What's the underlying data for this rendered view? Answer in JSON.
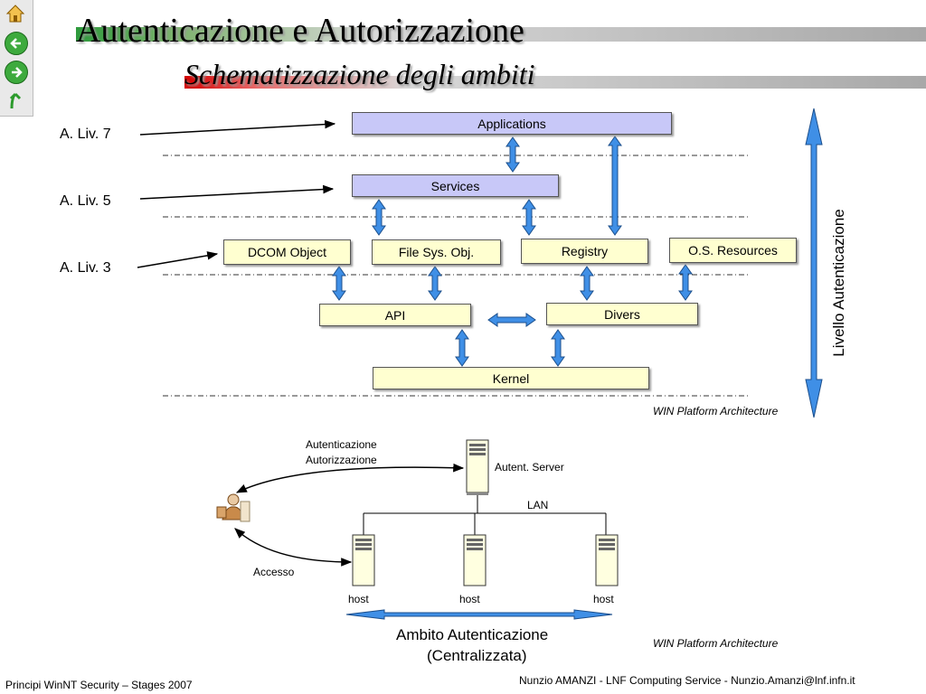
{
  "header": {
    "title": "Autenticazione e Autorizzazione",
    "subtitle": "Schematizzazione degli ambiti"
  },
  "nav": [
    {
      "name": "home-icon"
    },
    {
      "name": "back-arrow-icon"
    },
    {
      "name": "forward-arrow-icon"
    },
    {
      "name": "up-arrow-icon"
    }
  ],
  "diagram": {
    "levels": [
      "A. Liv. 7",
      "A. Liv. 5",
      "A. Liv. 3"
    ],
    "boxes": {
      "applications": "Applications",
      "services": "Services",
      "dcom": "DCOM Object",
      "filesys": "File Sys. Obj.",
      "registry": "Registry",
      "osres": "O.S. Resources",
      "api": "API",
      "divers": "Divers",
      "kernel": "Kernel"
    },
    "side_label": "Livello Autenticazione",
    "caption": "WIN Platform Architecture"
  },
  "network": {
    "auth_label_1": "Autenticazione",
    "auth_label_2": "Autorizzazione",
    "server_label": "Autent. Server",
    "lan_label": "LAN",
    "access_label": "Accesso",
    "hosts": [
      "host",
      "host",
      "host"
    ],
    "scope_line1": "Ambito Autenticazione",
    "scope_line2": "(Centralizzata)",
    "caption": "WIN Platform Architecture"
  },
  "footer": {
    "left": "Principi WinNT Security – Stages 2007",
    "right": "Nunzio AMANZI - LNF Computing Service - Nunzio.Amanzi@lnf.infn.it"
  },
  "colors": {
    "arrow_blue": "#3f8fe6",
    "box_blue": "#c8c8f8",
    "box_yellow": "#ffffd0",
    "band_green": "#2e9a3c",
    "band_red": "#d40000"
  }
}
